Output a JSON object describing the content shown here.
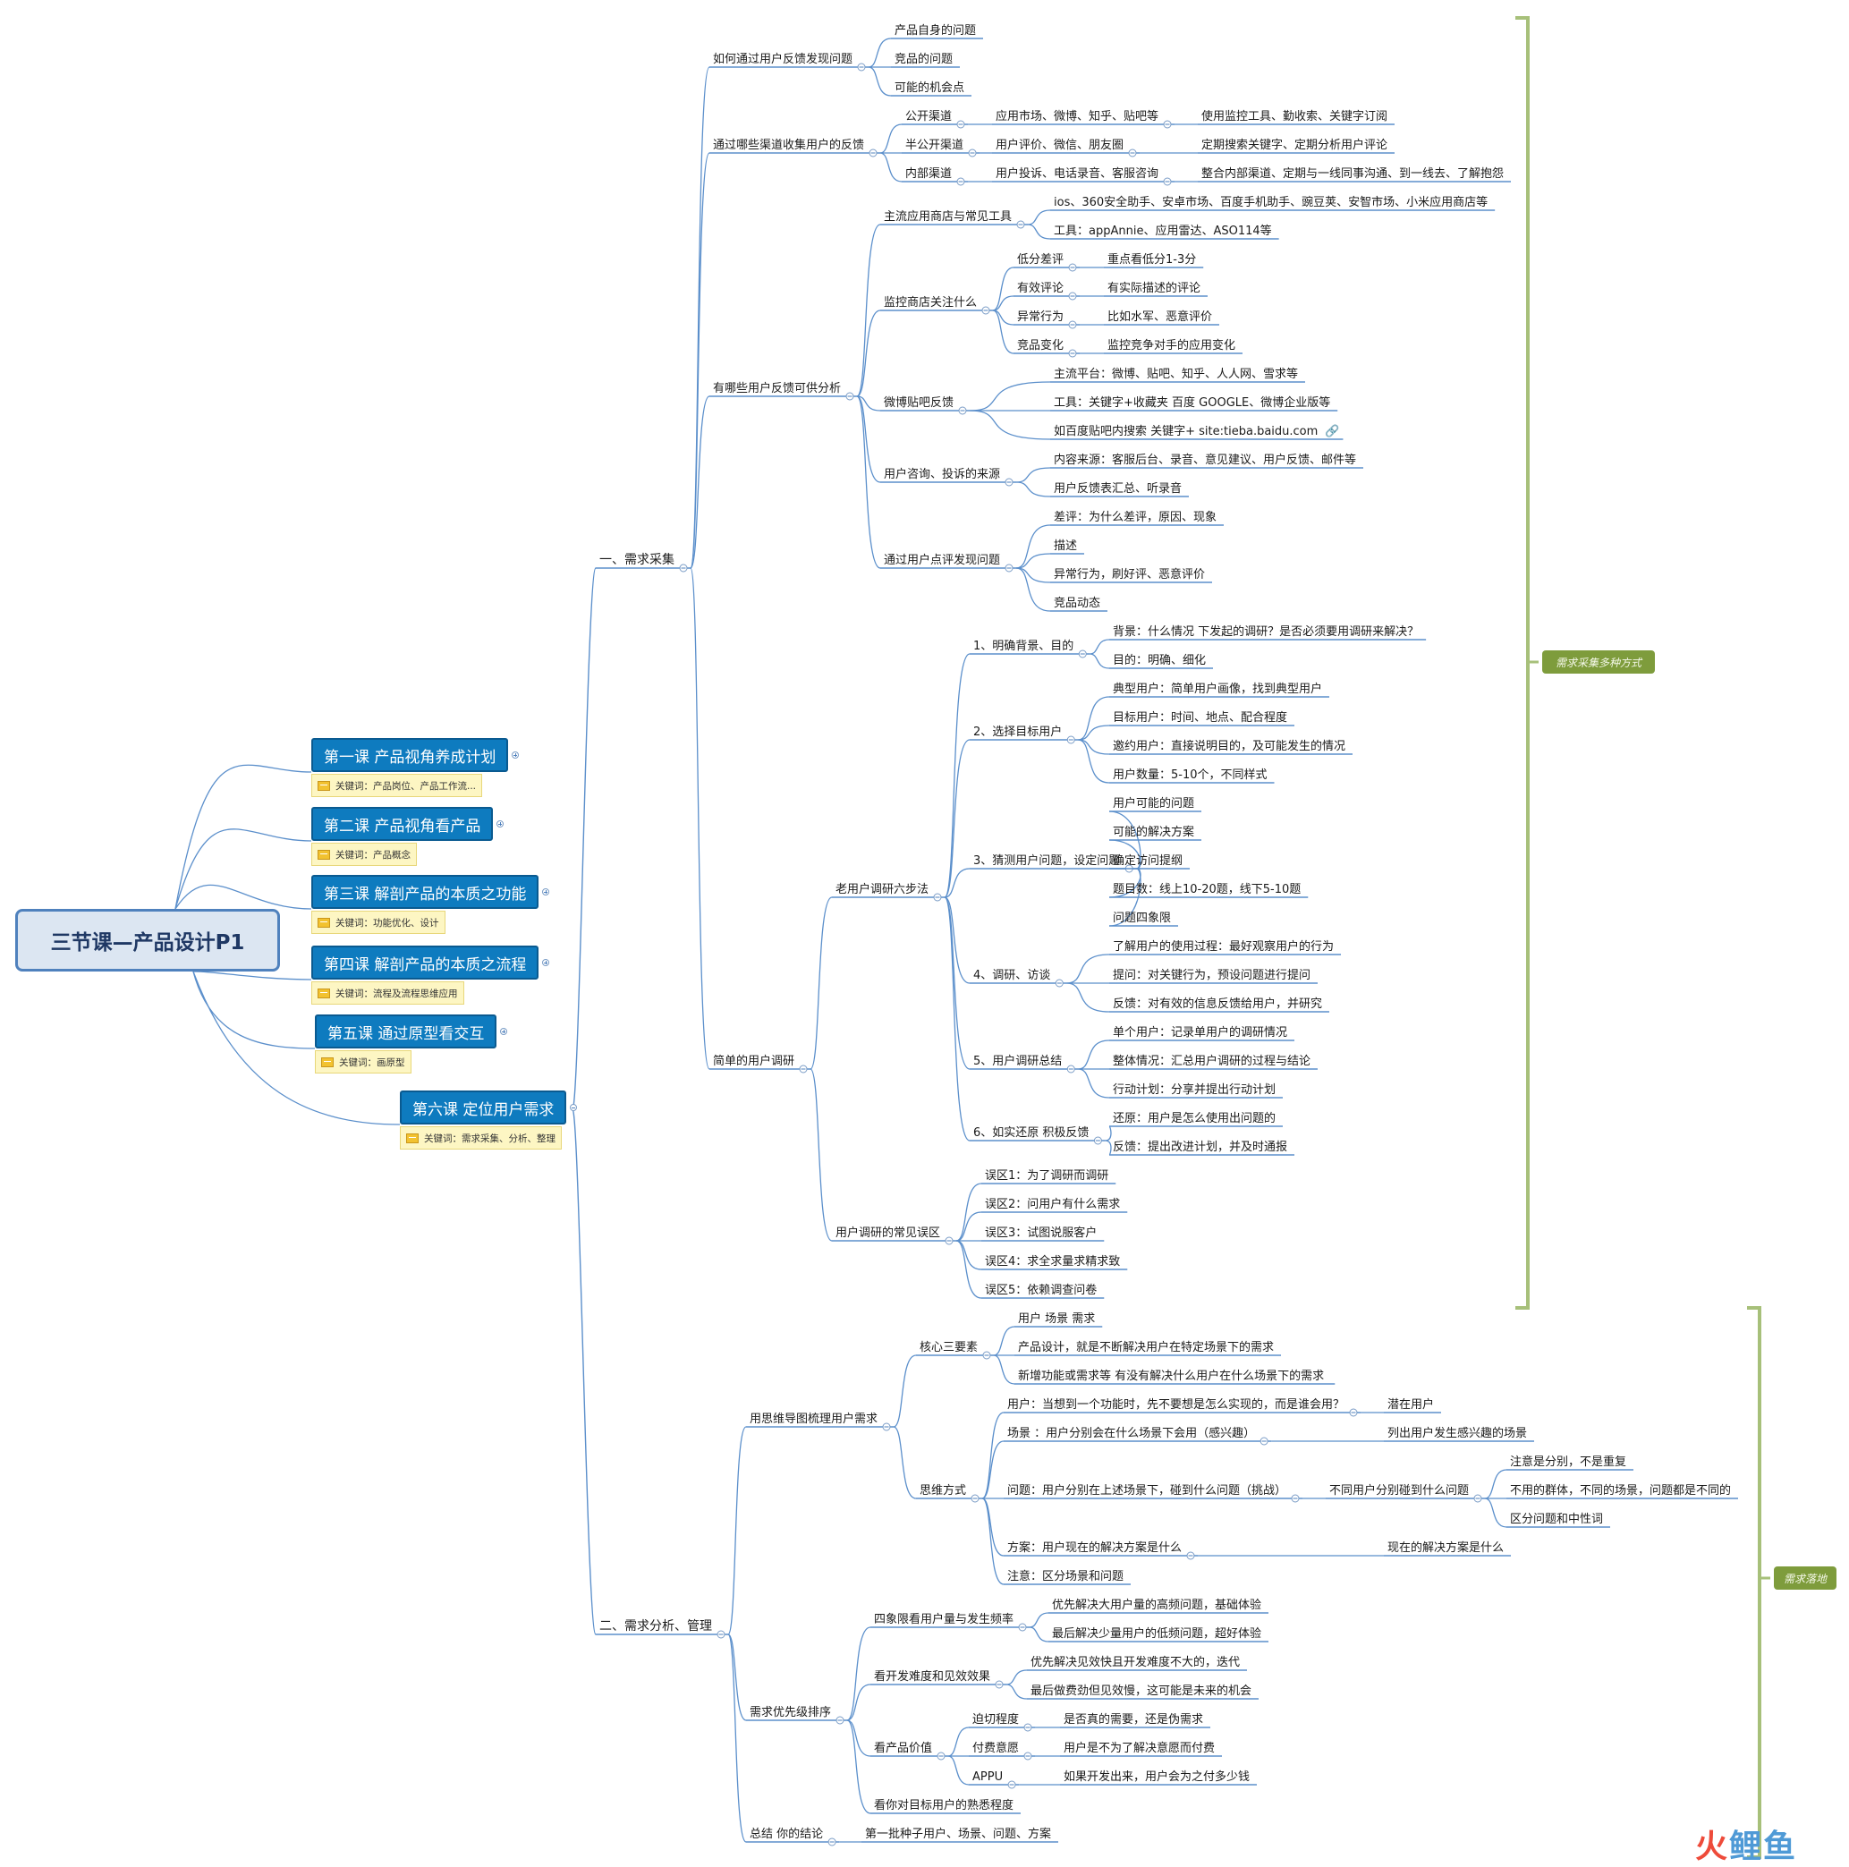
{
  "root": "三节课—产品设计P1",
  "lessons": [
    {
      "title": "第一课 产品视角养成计划",
      "keywords": "关键词：产品岗位、产品工作流..."
    },
    {
      "title": "第二课 产品视角看产品",
      "keywords": "关键词：产品概念"
    },
    {
      "title": "第三课 解剖产品的本质之功能",
      "keywords": "关键词：功能优化、设计"
    },
    {
      "title": "第四课 解剖产品的本质之流程",
      "keywords": "关键词：流程及流程思维应用"
    },
    {
      "title": "第五课 通过原型看交互",
      "keywords": "关键词：画原型"
    },
    {
      "title": "第六课 定位用户需求",
      "keywords": "关键词：需求采集、分析、整理"
    }
  ],
  "tags": {
    "collect": "需求采集多种方式",
    "land": "需求落地"
  },
  "watermark": {
    "a": "火",
    "b": "鲤",
    "c": "鱼"
  },
  "tree": [
    {
      "t": "一、需求采集",
      "c": [
        {
          "t": "如何通过用户反馈发现问题",
          "c": [
            {
              "t": "产品自身的问题"
            },
            {
              "t": "竞品的问题"
            },
            {
              "t": "可能的机会点"
            }
          ]
        },
        {
          "t": "通过哪些渠道收集用户的反馈",
          "c": [
            {
              "t": "公开渠道",
              "c": [
                {
                  "t": "应用市场、微博、知乎、贴吧等",
                  "c": [
                    {
                      "t": "使用监控工具、勤收索、关键字订阅"
                    }
                  ]
                }
              ]
            },
            {
              "t": "半公开渠道",
              "c": [
                {
                  "t": "用户评价、微信、朋友圈",
                  "c": [
                    {
                      "t": "定期搜索关键字、定期分析用户评论"
                    }
                  ]
                }
              ]
            },
            {
              "t": "内部渠道",
              "c": [
                {
                  "t": "用户投诉、电话录音、客服咨询",
                  "c": [
                    {
                      "t": "整合内部渠道、定期与一线同事沟通、到一线去、了解抱怨"
                    }
                  ]
                }
              ]
            }
          ]
        },
        {
          "t": "有哪些用户反馈可供分析",
          "c": [
            {
              "t": "主流应用商店与常见工具",
              "c": [
                {
                  "t": "ios、360安全助手、安卓市场、百度手机助手、豌豆荚、安智市场、小米应用商店等"
                },
                {
                  "t": "工具：appAnnie、应用雷达、ASO114等"
                }
              ]
            },
            {
              "t": "监控商店关注什么",
              "c": [
                {
                  "t": "低分差评",
                  "c": [
                    {
                      "t": "重点看低分1-3分"
                    }
                  ]
                },
                {
                  "t": "有效评论",
                  "c": [
                    {
                      "t": "有实际描述的评论"
                    }
                  ]
                },
                {
                  "t": "异常行为",
                  "c": [
                    {
                      "t": "比如水军、恶意评价"
                    }
                  ]
                },
                {
                  "t": "竞品变化",
                  "c": [
                    {
                      "t": "监控竞争对手的应用变化"
                    }
                  ]
                }
              ]
            },
            {
              "t": "微博贴吧反馈",
              "c": [
                {
                  "t": "主流平台：微博、贴吧、知乎、人人网、雪求等"
                },
                {
                  "t": "工具：关键字+收藏夹 百度 GOOGLE、微博企业版等"
                },
                {
                  "t": "如百度贴吧内搜索  关键字+ site:tieba.baidu.com",
                  "link": true
                }
              ]
            },
            {
              "t": "用户咨询、投诉的来源",
              "c": [
                {
                  "t": "内容来源：客服后台、录音、意见建议、用户反馈、邮件等"
                },
                {
                  "t": "用户反馈表汇总、听录音"
                }
              ]
            },
            {
              "t": "通过用户点评发现问题",
              "c": [
                {
                  "t": "差评：为什么差评，原因、现象"
                },
                {
                  "t": "描述"
                },
                {
                  "t": "异常行为，刷好评、恶意评价"
                },
                {
                  "t": "竞品动态"
                }
              ]
            }
          ]
        },
        {
          "t": "简单的用户调研",
          "c": [
            {
              "t": "老用户调研六步法",
              "c": [
                {
                  "t": "1、明确背景、目的",
                  "c": [
                    {
                      "t": "背景：什么情况 下发起的调研？是否必须要用调研来解决？"
                    },
                    {
                      "t": "目的：明确、细化"
                    }
                  ]
                },
                {
                  "t": "2、选择目标用户",
                  "c": [
                    {
                      "t": "典型用户：简单用户画像，找到典型用户"
                    },
                    {
                      "t": "目标用户：时间、地点、配合程度"
                    },
                    {
                      "t": "邀约用户：直接说明目的，及可能发生的情况"
                    },
                    {
                      "t": "用户数量：5-10个，不同样式"
                    }
                  ]
                },
                {
                  "t": "3、猜测用户问题，设定问题",
                  "c": [
                    {
                      "t": "用户可能的问题"
                    },
                    {
                      "t": "可能的解决方案"
                    },
                    {
                      "t": "确定访问提纲"
                    },
                    {
                      "t": "题目数：线上10-20题，线下5-10题"
                    },
                    {
                      "t": "问题四象限"
                    }
                  ]
                },
                {
                  "t": "4、调研、访谈",
                  "c": [
                    {
                      "t": "了解用户的使用过程：最好观察用户的行为"
                    },
                    {
                      "t": "提问：对关键行为，预设问题进行提问"
                    },
                    {
                      "t": "反馈：对有效的信息反馈给用户，并研究"
                    }
                  ]
                },
                {
                  "t": "5、用户调研总结",
                  "c": [
                    {
                      "t": "单个用户：记录单用户的调研情况"
                    },
                    {
                      "t": "整体情况：汇总用户调研的过程与结论"
                    },
                    {
                      "t": "行动计划：分享并提出行动计划"
                    }
                  ]
                },
                {
                  "t": "6、如实还原 积极反馈",
                  "c": [
                    {
                      "t": "还原：用户是怎么使用出问题的"
                    },
                    {
                      "t": "反馈：提出改进计划，并及时通报"
                    }
                  ]
                }
              ]
            },
            {
              "t": "用户调研的常见误区",
              "c": [
                {
                  "t": "误区1：为了调研而调研"
                },
                {
                  "t": "误区2：问用户有什么需求"
                },
                {
                  "t": "误区3：试图说服客户"
                },
                {
                  "t": "误区4：求全求量求精求致"
                },
                {
                  "t": "误区5：依赖调查问卷"
                }
              ]
            }
          ]
        }
      ]
    },
    {
      "t": "二、需求分析、管理",
      "c": [
        {
          "t": "用思维导图梳理用户需求",
          "c": [
            {
              "t": "核心三要素",
              "c": [
                {
                  "t": "用户 场景 需求"
                },
                {
                  "t": "产品设计，就是不断解决用户在特定场景下的需求"
                },
                {
                  "t": "新增功能或需求等  有没有解决什么用户在什么场景下的需求"
                }
              ]
            },
            {
              "t": "思维方式",
              "c": [
                {
                  "t": "用户：当想到一个功能时，先不要想是怎么实现的，而是谁会用？",
                  "c": [
                    {
                      "t": "潜在用户"
                    }
                  ]
                },
                {
                  "t": "场景 ：用户分别会在什么场景下会用（感兴趣）",
                  "c": [
                    {
                      "t": "列出用户发生感兴趣的场景"
                    }
                  ]
                },
                {
                  "t": "问题：用户分别在上述场景下，碰到什么问题（挑战）",
                  "c": [
                    {
                      "t": "不同用户分别碰到什么问题",
                      "c": [
                        {
                          "t": "注意是分别，不是重复"
                        },
                        {
                          "t": "不用的群体，不同的场景，问题都是不同的"
                        },
                        {
                          "t": "区分问题和中性词"
                        }
                      ]
                    }
                  ]
                },
                {
                  "t": "方案：用户现在的解决方案是什么",
                  "c": [
                    {
                      "t": "现在的解决方案是什么"
                    }
                  ]
                },
                {
                  "t": "注意：区分场景和问题"
                }
              ]
            }
          ]
        },
        {
          "t": "需求优先级排序",
          "c": [
            {
              "t": "四象限看用户量与发生频率",
              "c": [
                {
                  "t": "优先解决大用户量的高频问题，基础体验"
                },
                {
                  "t": "最后解决少量用户的低频问题，超好体验"
                }
              ]
            },
            {
              "t": "看开发难度和见效效果",
              "c": [
                {
                  "t": "优先解决见效快且开发难度不大的，迭代"
                },
                {
                  "t": "最后做费劲但见效慢，这可能是未来的机会"
                }
              ]
            },
            {
              "t": "看产品价值",
              "c": [
                {
                  "t": "迫切程度",
                  "c": [
                    {
                      "t": "是否真的需要，还是伪需求"
                    }
                  ]
                },
                {
                  "t": "付费意愿",
                  "c": [
                    {
                      "t": "用户是不为了解决意愿而付费"
                    }
                  ]
                },
                {
                  "t": "APPU",
                  "c": [
                    {
                      "t": "如果开发出来，用户会为之付多少钱"
                    }
                  ]
                }
              ]
            },
            {
              "t": "看你对目标用户的熟悉程度"
            }
          ]
        },
        {
          "t": "总结 你的结论",
          "c": [
            {
              "t": "第一批种子用户、场景、问题、方案"
            }
          ]
        }
      ]
    }
  ]
}
